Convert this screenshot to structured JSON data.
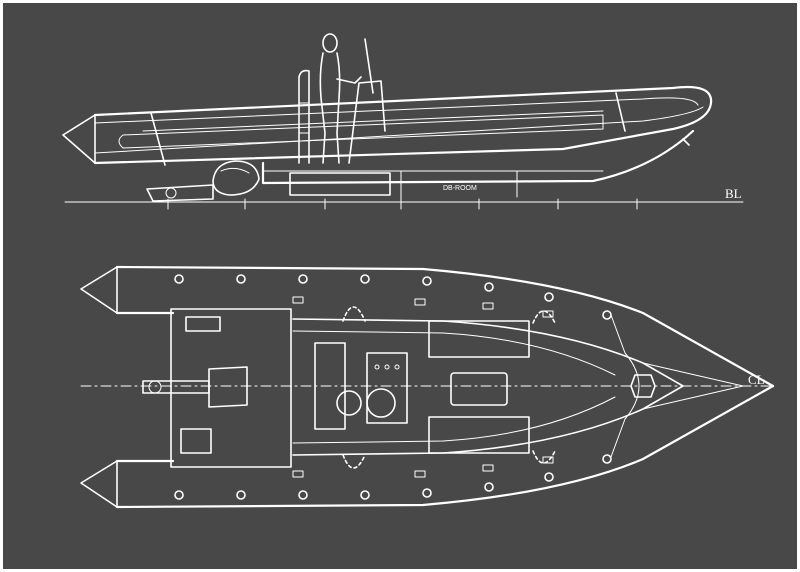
{
  "colors": {
    "background": "#484848",
    "lines": "#ffffff",
    "frame": "#ffffff"
  },
  "side_view": {
    "waterline_label": "BL",
    "compartment_label": "DB-ROOM"
  },
  "plan_view": {
    "centerline_label": "CL"
  }
}
